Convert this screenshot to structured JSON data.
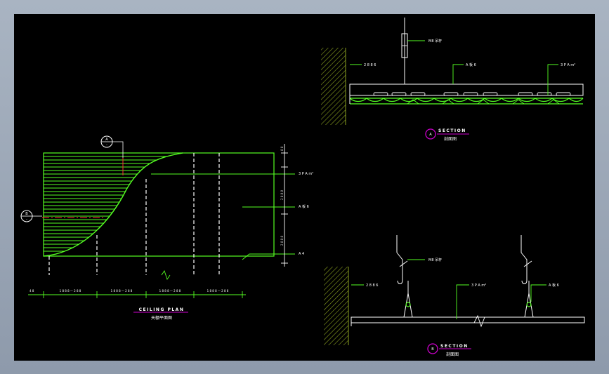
{
  "plan": {
    "title": "CEILING PLAN",
    "subtitle": "天棚平面图",
    "callout_a": "A",
    "callout_a_sub": "-",
    "callout_b": "B",
    "callout_b_sub": "-",
    "labels": [
      "3 P A m²",
      "A 板 6",
      "A 4"
    ],
    "dims_bottom": [
      "4 8",
      "1 8 8 8 — 2 8 8",
      "1 8 8 8 — 2 8 8",
      "1 8 8 8 — 2 8 8",
      "1 8 8 8 — 2 8 8"
    ],
    "dims_right": [
      "8 8",
      "2 8 8 8",
      "2 8 8 8"
    ]
  },
  "section_a": {
    "title": "SECTION",
    "subtitle": "剖面图",
    "marker": "A",
    "labels": [
      "M8 吊杆",
      "2 8 8 6",
      "A 板 6",
      "3 P A m²"
    ]
  },
  "section_b": {
    "title": "SECTION",
    "subtitle": "剖面图",
    "marker": "B",
    "labels": [
      "M8 吊杆",
      "2 8 8 6",
      "3 P A m²",
      "A 板 6"
    ]
  },
  "colors": {
    "background": "#000000",
    "green": "#55ff22",
    "white": "#ffffff",
    "magenta": "#cc00cc",
    "red": "#ff3333",
    "olive": "#8aa020"
  }
}
